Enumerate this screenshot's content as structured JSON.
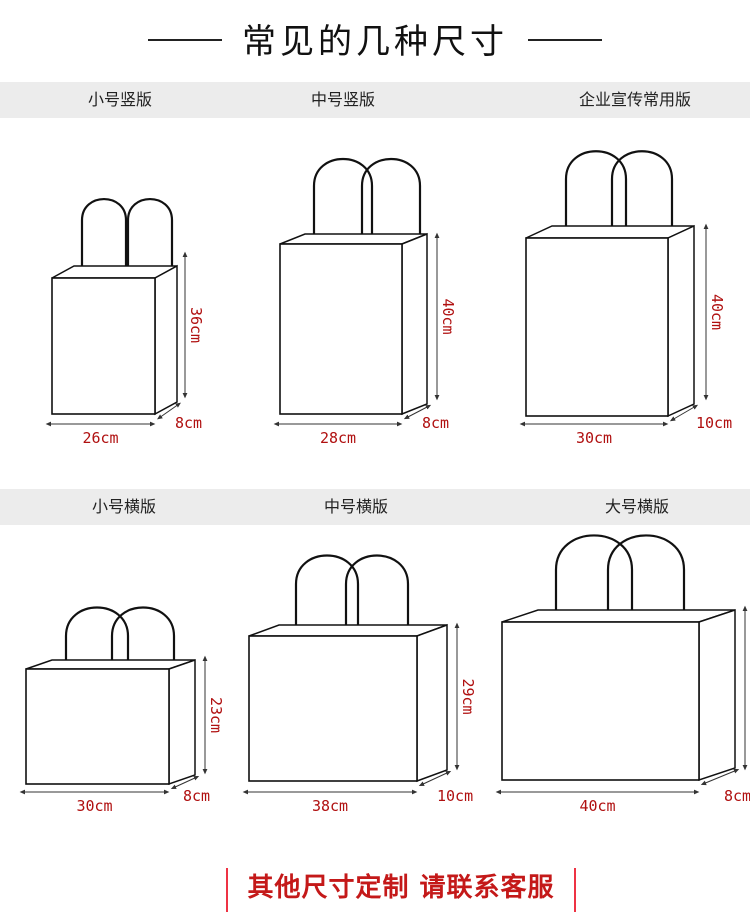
{
  "title": "常见的几种尺寸",
  "rows": [
    {
      "bags": [
        {
          "label": "小号竖版",
          "width": "26cm",
          "height": "36cm",
          "depth": "8cm"
        },
        {
          "label": "中号竖版",
          "width": "28cm",
          "height": "40cm",
          "depth": "8cm"
        },
        {
          "label": "企业宣传常用版",
          "width": "30cm",
          "height": "40cm",
          "depth": "10cm"
        }
      ]
    },
    {
      "bags": [
        {
          "label": "小号横版",
          "width": "30cm",
          "height": "23cm",
          "depth": "8cm"
        },
        {
          "label": "中号横版",
          "width": "38cm",
          "height": "29cm",
          "depth": "10cm"
        },
        {
          "label": "大号横版",
          "width": "40cm",
          "height": "",
          "depth": "8cm"
        }
      ]
    }
  ],
  "footer": "其他尺寸定制 请联系客服",
  "colors": {
    "dimension_text": "#b01010",
    "footer_text": "#c41919",
    "band": "#ececec"
  }
}
